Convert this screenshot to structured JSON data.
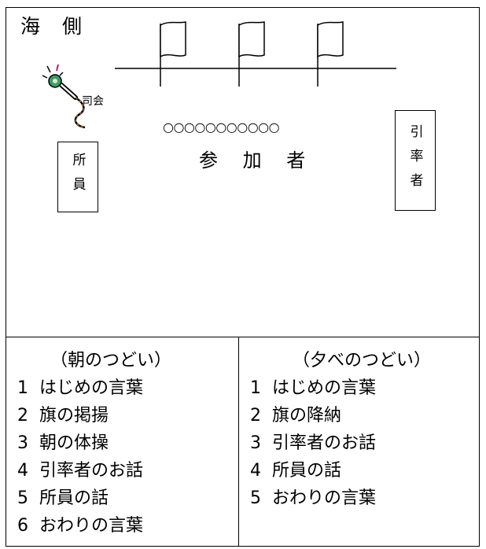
{
  "layout": {
    "sea_label": "海 側",
    "mc_label": "司会",
    "participant_marks": "○○○○○○○○○○○",
    "participants_label": "参 加 者",
    "staff_label": "所員",
    "leader_label": "引率者"
  },
  "icons": [
    "flag-icon",
    "flag-icon",
    "flag-icon",
    "microphone-icon"
  ],
  "programs": {
    "morning": {
      "title": "（朝のつどい）",
      "items": [
        {
          "num": "1",
          "text": "はじめの言葉"
        },
        {
          "num": "2",
          "text": "旗の掲揚"
        },
        {
          "num": "3",
          "text": "朝の体操"
        },
        {
          "num": "4",
          "text": "引率者のお話"
        },
        {
          "num": "5",
          "text": "所員の話"
        },
        {
          "num": "6",
          "text": "おわりの言葉"
        }
      ]
    },
    "evening": {
      "title": "（夕べのつどい）",
      "items": [
        {
          "num": "1",
          "text": "はじめの言葉"
        },
        {
          "num": "2",
          "text": "旗の降納"
        },
        {
          "num": "3",
          "text": "引率者のお話"
        },
        {
          "num": "4",
          "text": "所員の話"
        },
        {
          "num": "5",
          "text": "おわりの言葉"
        }
      ]
    }
  }
}
